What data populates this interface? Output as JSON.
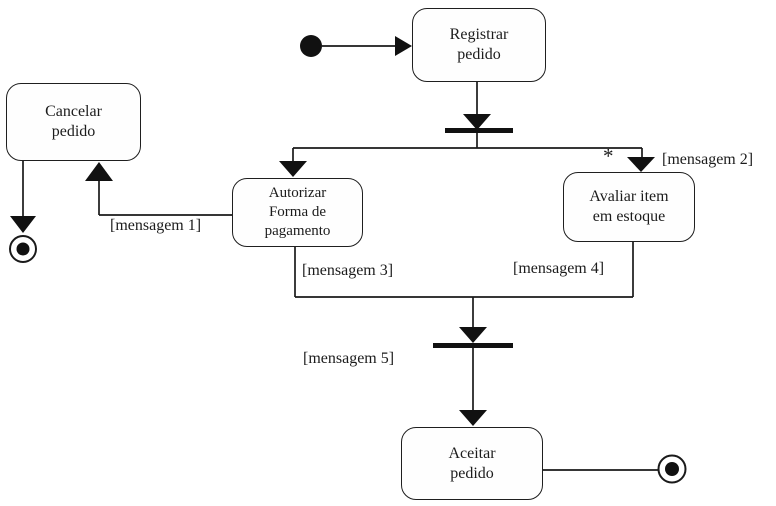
{
  "diagram": {
    "kind": "uml-activity-diagram",
    "colors": {
      "background": "#ffffff",
      "line": "#1a1a1a",
      "node_fill": "#fefefe",
      "node_border": "#1f1f1f"
    },
    "nodes": {
      "registrar": {
        "label": "Registrar\npedido"
      },
      "cancelar": {
        "label": "Cancelar\npedido"
      },
      "autorizar": {
        "label": "Autorizar\nForma de\npagamento"
      },
      "avaliar": {
        "label": "Avaliar item\nem estoque"
      },
      "aceitar": {
        "label": "Aceitar\npedido"
      }
    },
    "edge_labels": {
      "mensagem1": "[mensagem 1]",
      "mensagem2": "[mensagem 2]",
      "mensagem3": "[mensagem 3]",
      "mensagem4": "[mensagem 4]",
      "mensagem5": "[mensagem 5]",
      "multiplicity_star": "*"
    },
    "control_nodes": {
      "initial": "initial-node",
      "fork": "fork-bar",
      "join": "join-bar",
      "final_left": "activity-final-node",
      "final_right": "activity-final-node"
    }
  }
}
